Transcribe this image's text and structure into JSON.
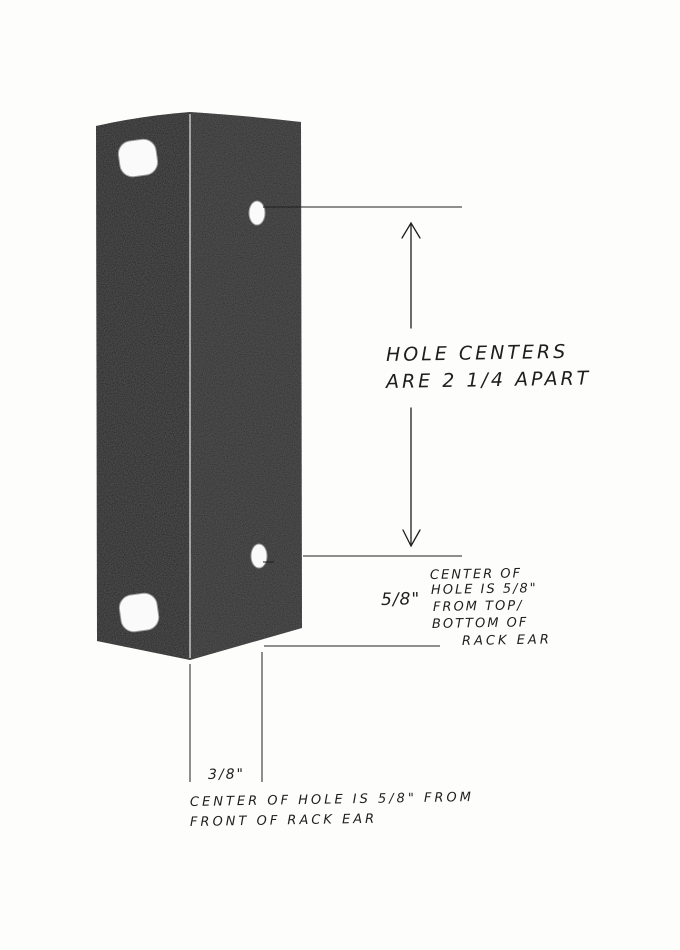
{
  "annotations": {
    "spacing_line1": "HOLE CENTERS",
    "spacing_line2": "ARE 2 1/4 APART",
    "vertical_dim": "5/8\"",
    "vertical_note": [
      "CENTER OF",
      "HOLE IS 5/8\"",
      "FROM TOP/",
      "BOTTOM OF",
      "RACK EAR"
    ],
    "horizontal_dim": "3/8\"",
    "horizontal_note": [
      "CENTER OF HOLE IS 5/8\" FROM",
      "FRONT OF RACK EAR"
    ]
  },
  "colors": {
    "metal_front": "#1c1c1c",
    "metal_side": "#2a2a2a",
    "ink": "#1e1e1e",
    "paper": "#fdfdfb"
  }
}
